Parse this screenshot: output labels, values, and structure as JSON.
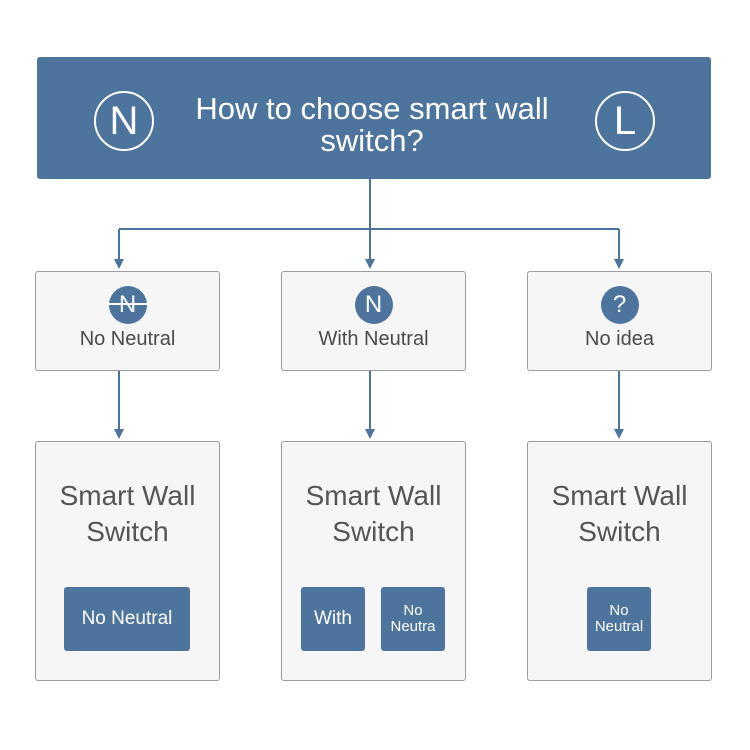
{
  "header": {
    "title": "How to choose smart wall switch?",
    "left_circle": "N",
    "right_circle": "L"
  },
  "choices": [
    {
      "badge": "N",
      "badge_struck": true,
      "label": "No Neutral"
    },
    {
      "badge": "N",
      "badge_struck": false,
      "label": "With Neutral"
    },
    {
      "badge": "?",
      "badge_struck": false,
      "label": "No idea"
    }
  ],
  "products": [
    {
      "title": "Smart Wall Switch",
      "buttons": [
        {
          "line1": "No Neutral",
          "line2": ""
        }
      ]
    },
    {
      "title": "Smart Wall Switch",
      "buttons": [
        {
          "line1": "With",
          "line2": ""
        },
        {
          "line1": "No",
          "line2": "Neutra"
        }
      ]
    },
    {
      "title": "Smart Wall Switch",
      "buttons": [
        {
          "line1": "No",
          "line2": "Neutral"
        }
      ]
    }
  ],
  "colors": {
    "accent": "#4d749d",
    "box_fill": "#f6f6f6",
    "box_border": "#9c9c9c",
    "text": "#4a4a4a"
  }
}
